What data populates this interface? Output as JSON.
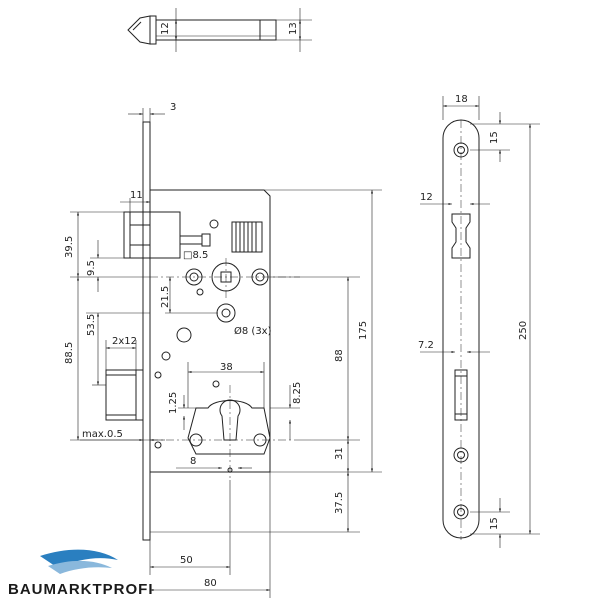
{
  "dimensions": {
    "latch_12": "12",
    "latch_13": "13",
    "faceplate_3": "3",
    "bolt_11": "11",
    "bolt_39_5": "39.5",
    "dist_9_5": "9.5",
    "spindle_8_5": "□8.5",
    "dist_21_5": "21.5",
    "dist_53_5": "53.5",
    "dist_88_5": "88.5",
    "holes_8_3x": "Ø8 (3x)",
    "strike_2x12": "2x12",
    "cyl_38": "38",
    "dist_1_25": "1.25",
    "dist_8_25": "8.25",
    "backset_88": "88",
    "height_175": "175",
    "bottom_31": "31",
    "bottom_37_5": "37.5",
    "max_0_5": "max.0.5",
    "cyl_8": "8",
    "backset_50": "50",
    "width_80": "80",
    "face_18": "18",
    "face_15_top": "15",
    "face_12": "12",
    "face_7_2": "7.2",
    "face_250": "250",
    "face_15_bottom": "15"
  },
  "brand": {
    "name": "BAUMARKTPROFI",
    "accent_color": "#2a7fc0"
  }
}
